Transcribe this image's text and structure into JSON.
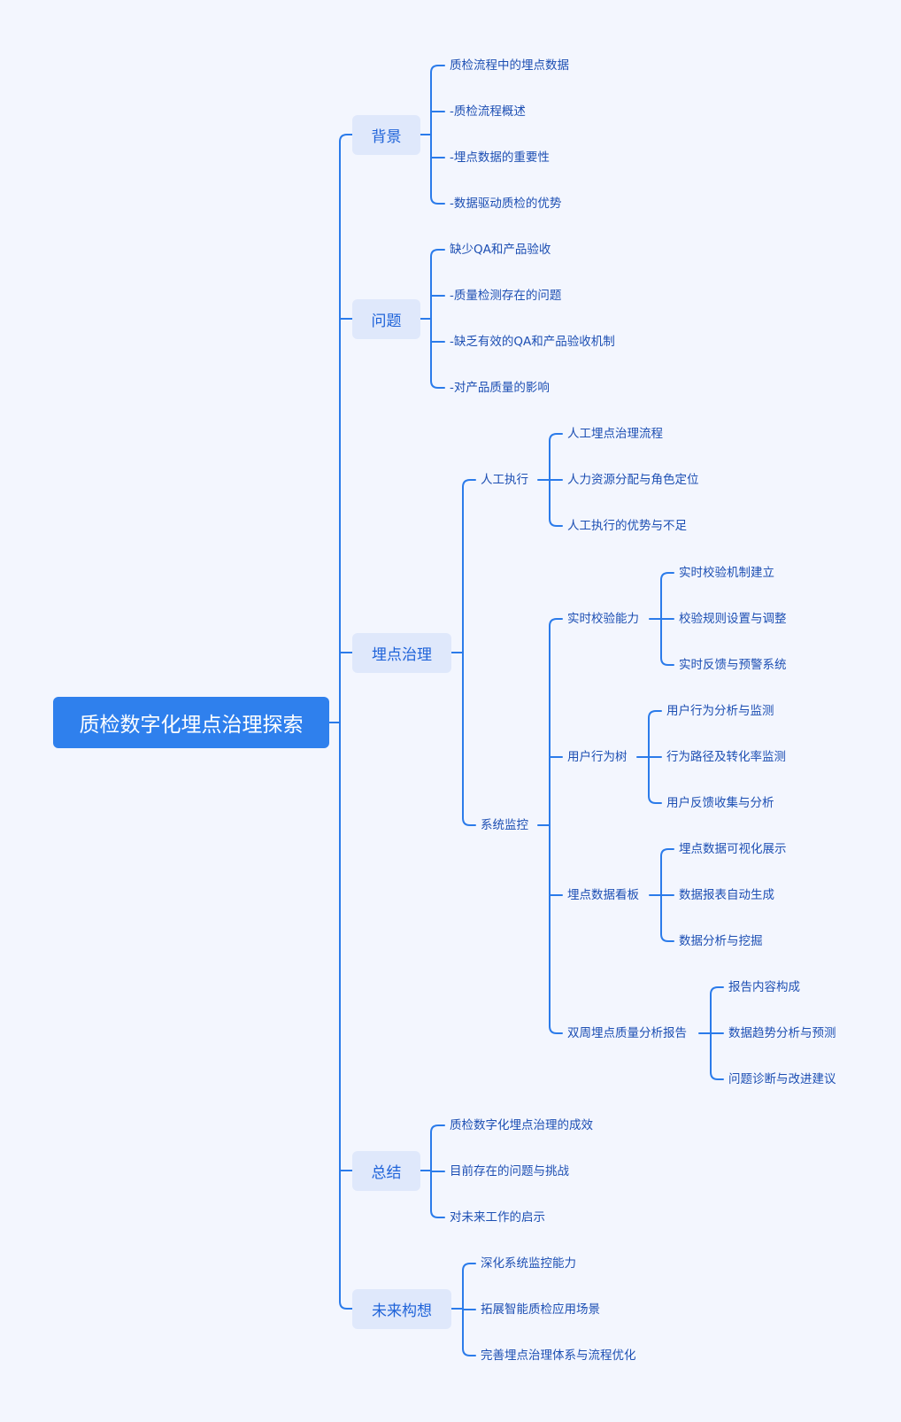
{
  "colors": {
    "background": "#f3f6fe",
    "accent": "#2b7bea",
    "root_fill": "#2f80ed",
    "root_text": "#ffffff",
    "topic_fill": "#dfe8fb",
    "topic_text": "#1f63d9",
    "leaf_text": "#1d4fb3"
  },
  "mindmap": {
    "root": {
      "label": "质检数字化埋点治理探索"
    },
    "branches": [
      {
        "label": "背景",
        "children": [
          {
            "label": "质检流程中的埋点数据"
          },
          {
            "label": "-质检流程概述"
          },
          {
            "label": "-埋点数据的重要性"
          },
          {
            "label": "-数据驱动质检的优势"
          }
        ]
      },
      {
        "label": "问题",
        "children": [
          {
            "label": "缺少QA和产品验收"
          },
          {
            "label": "-质量检测存在的问题"
          },
          {
            "label": "-缺乏有效的QA和产品验收机制"
          },
          {
            "label": "-对产品质量的影响"
          }
        ]
      },
      {
        "label": "埋点治理",
        "children": [
          {
            "label": "人工执行",
            "children": [
              {
                "label": "人工埋点治理流程"
              },
              {
                "label": "人力资源分配与角色定位"
              },
              {
                "label": "人工执行的优势与不足"
              }
            ]
          },
          {
            "label": "系统监控",
            "children": [
              {
                "label": "实时校验能力",
                "children": [
                  {
                    "label": "实时校验机制建立"
                  },
                  {
                    "label": "校验规则设置与调整"
                  },
                  {
                    "label": "实时反馈与预警系统"
                  }
                ]
              },
              {
                "label": "用户行为树",
                "children": [
                  {
                    "label": "用户行为分析与监测"
                  },
                  {
                    "label": "行为路径及转化率监测"
                  },
                  {
                    "label": "用户反馈收集与分析"
                  }
                ]
              },
              {
                "label": "埋点数据看板",
                "children": [
                  {
                    "label": "埋点数据可视化展示"
                  },
                  {
                    "label": "数据报表自动生成"
                  },
                  {
                    "label": "数据分析与挖掘"
                  }
                ]
              },
              {
                "label": "双周埋点质量分析报告",
                "children": [
                  {
                    "label": "报告内容构成"
                  },
                  {
                    "label": "数据趋势分析与预测"
                  },
                  {
                    "label": "问题诊断与改进建议"
                  }
                ]
              }
            ]
          }
        ]
      },
      {
        "label": "总结",
        "children": [
          {
            "label": "质检数字化埋点治理的成效"
          },
          {
            "label": "目前存在的问题与挑战"
          },
          {
            "label": "对未来工作的启示"
          }
        ]
      },
      {
        "label": "未来构想",
        "children": [
          {
            "label": "深化系统监控能力"
          },
          {
            "label": "拓展智能质检应用场景"
          },
          {
            "label": "完善埋点治理体系与流程优化"
          }
        ]
      }
    ]
  }
}
